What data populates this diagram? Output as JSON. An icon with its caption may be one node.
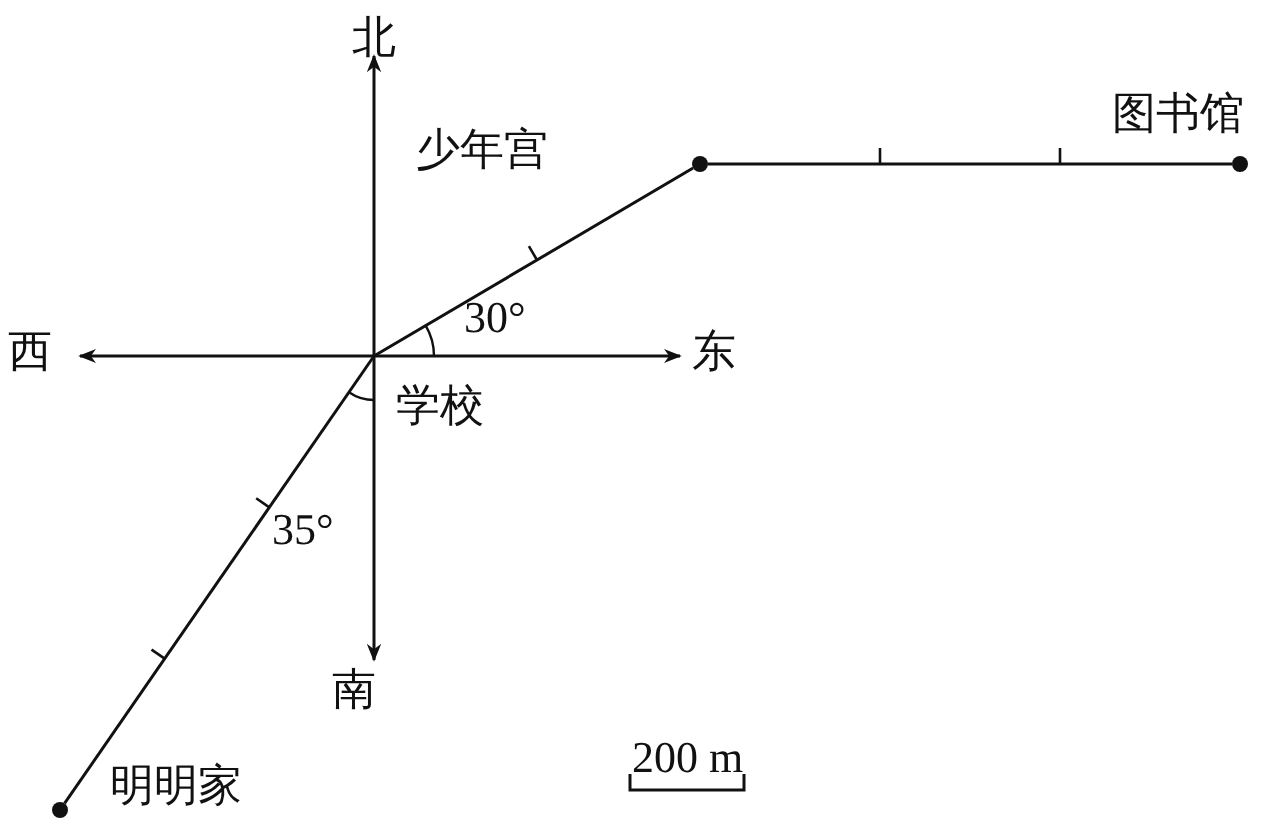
{
  "diagram": {
    "nodes": [
      {
        "text": [
          "少年宫"
        ]
      },
      {
        "text": [
          "图书馆"
        ]
      },
      {
        "text": [
          "学校"
        ]
      },
      {
        "text": [
          "明明家"
        ]
      }
    ],
    "edges": [
      {
        "from": 2,
        "to": 0,
        "arrow": "none"
      },
      {
        "from": 0,
        "to": 1,
        "arrow": "none"
      },
      {
        "from": 2,
        "to": 3,
        "arrow": "none"
      }
    ],
    "labels": [
      "北",
      "30°",
      "西",
      "东",
      "35°",
      "南",
      "200 m"
    ]
  }
}
